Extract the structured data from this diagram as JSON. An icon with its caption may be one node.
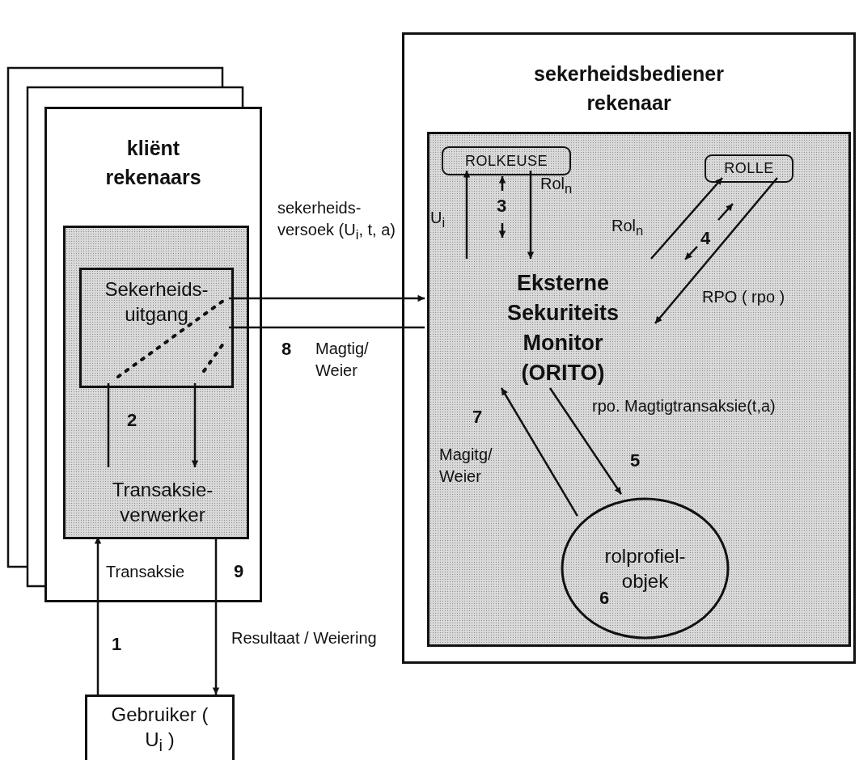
{
  "diagram": {
    "nodes": [
      {
        "text": [
          "kliënt rekenaars"
        ]
      },
      {
        "text": [],
        "shape": "box",
        "in": 0
      },
      {
        "text": [
          "Sekerheids- uitgang"
        ],
        "in": 1
      },
      {
        "text": [
          "Transaksie- verwerker"
        ],
        "in": 1
      },
      {
        "text": [
          "Gebruiker ( U$_{i}$ )"
        ]
      },
      {
        "text": [
          "sekerheidsbediener rekenaar"
        ]
      },
      {
        "text": [],
        "shape": "box",
        "in": 5
      },
      {
        "text": [
          "ROLKEUSE"
        ],
        "in": 6
      },
      {
        "text": [
          "ROLLE"
        ],
        "in": 6
      },
      {
        "text": [
          "Eksterne Sekuriteits Monitor (ORITO)"
        ],
        "in": 6
      },
      {
        "text": [
          "rolprofiel- objek",
          "6"
        ],
        "in": 6
      }
    ],
    "edges": [
      {
        "from": 4,
        "to": 1,
        "arrow": "to",
        "label": "Transaksie"
      },
      {
        "from": 1,
        "to": 4,
        "arrow": "to",
        "label": "Resultaat / Weiering"
      },
      {
        "from": 2,
        "to": 3,
        "arrow": "to"
      },
      {
        "from": 3,
        "to": 2,
        "arrow": "none"
      },
      {
        "from": 2,
        "to": 6,
        "arrow": "to",
        "label": "sekerheids- versoek (U$_{i}$, t, a)"
      },
      {
        "from": 6,
        "to": 2,
        "arrow": "none",
        "label": "Magtig/ Weier"
      },
      {
        "from": 9,
        "to": 7,
        "arrow": "to",
        "label": "U$_{i}$"
      },
      {
        "from": 7,
        "to": 9,
        "arrow": "to",
        "label": "Rol$_{n}$"
      },
      {
        "from": 9,
        "to": 8,
        "arrow": "to",
        "label": "Rol$_{n}$"
      },
      {
        "from": 8,
        "to": 9,
        "arrow": "to",
        "label": "RPO ( rpo )"
      },
      {
        "from": 9,
        "to": 10,
        "arrow": "to",
        "label": "rpo. Magtigtransaksie(t,a)"
      },
      {
        "from": 10,
        "to": 9,
        "arrow": "to",
        "label": "Magitg/ Weier"
      }
    ],
    "labels": [
      "1",
      "2",
      "3",
      "4",
      "5",
      "7",
      "8",
      "9"
    ]
  }
}
